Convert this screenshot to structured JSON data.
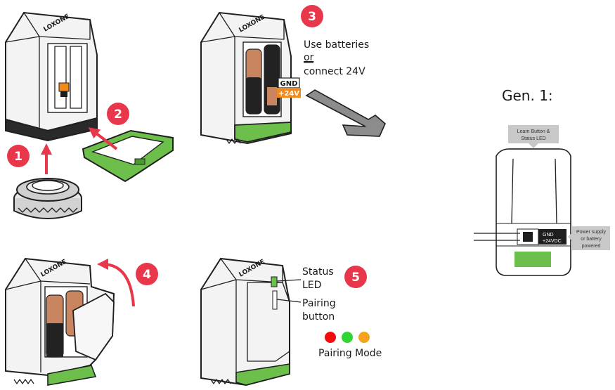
{
  "brand": {
    "name": "LOXONE"
  },
  "steps": [
    {
      "number": "1"
    },
    {
      "number": "2"
    },
    {
      "number": "3"
    },
    {
      "number": "4"
    },
    {
      "number": "5"
    }
  ],
  "step3": {
    "line1": "Use batteries",
    "line2": "or",
    "line3": "connect 24V",
    "terminal_gnd": "GND",
    "terminal_24v": "+24V"
  },
  "step5": {
    "status_line1": "Status",
    "status_line2": "LED",
    "pairing_line1": "Pairing",
    "pairing_line2": "button",
    "pairing_mode": "Pairing Mode",
    "led_colors": [
      "#f20d0d",
      "#2fd633",
      "#f6a21c"
    ]
  },
  "gen1": {
    "title": "Gen. 1:",
    "callout_top_line1": "Learn Button &",
    "callout_top_line2": "Status LED",
    "terminal_gnd": "GND",
    "terminal_24v": "+24VDC",
    "callout_right_line1": "Power supply",
    "callout_right_line2": "or battery",
    "callout_right_line3": "powered"
  },
  "colors": {
    "step_badge": "#e8364b",
    "arrow": "#e8364b",
    "accent_green": "#6dbf4b",
    "battery_copper": "#c98560",
    "battery_dark": "#222222",
    "terminal_orange": "#f08a1d",
    "terminal_dark": "#1e1e1e",
    "callout_gray": "#c8c8c8",
    "tool_gray": "#8c8c8c"
  }
}
